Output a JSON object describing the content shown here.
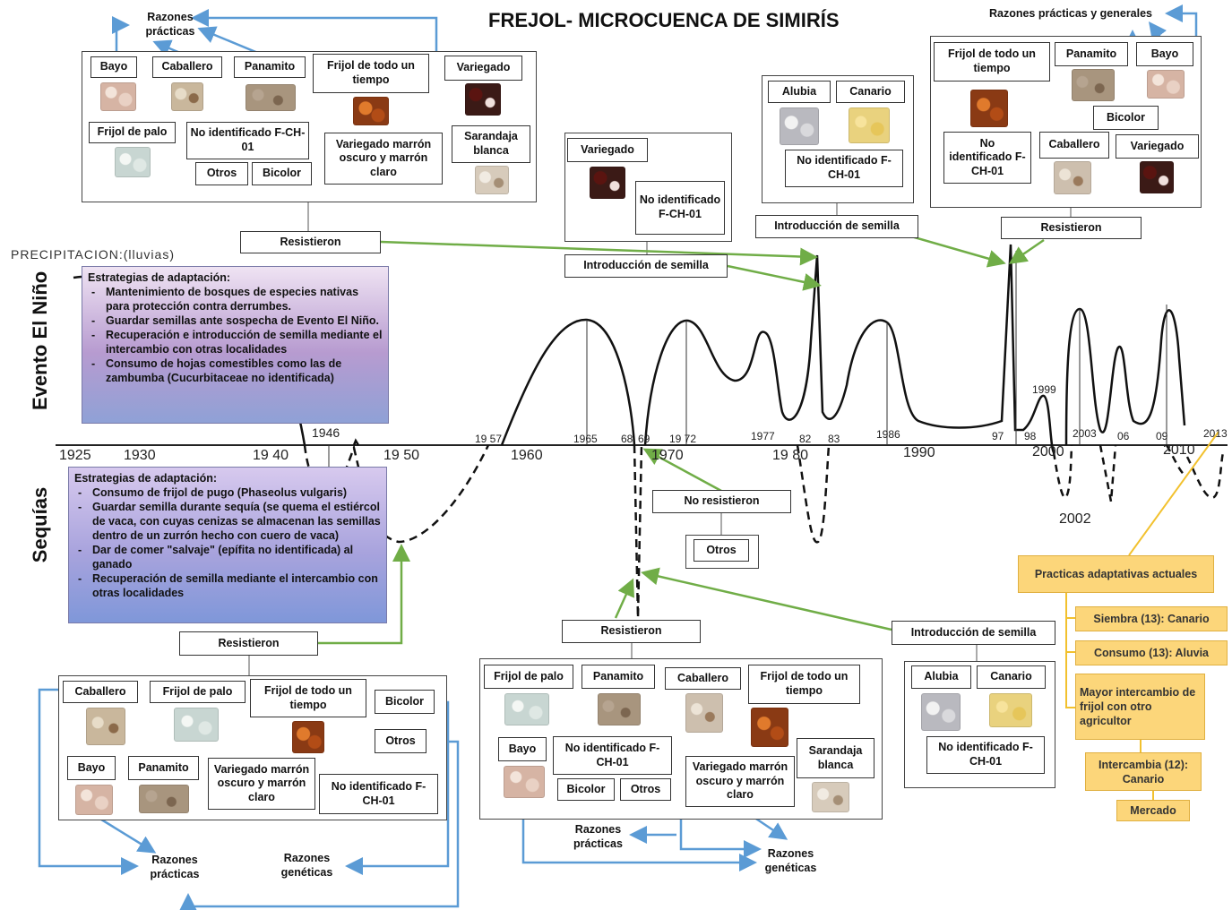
{
  "title": "FREJOL- MICROCUENCA DE SIMIRÍS",
  "axis": {
    "precipitation_label": "PRECIPITACION:(lluvias)",
    "el_nino_label": "Evento El Niño",
    "sequias_label": "Sequías",
    "years": [
      "1925",
      "1930",
      "19 40",
      "1946",
      "19 50",
      "19 57",
      "1960",
      "1965",
      "68",
      "69",
      "1970",
      "19 72",
      "1977",
      "19 80",
      "82",
      "83",
      "1986",
      "1990",
      "97",
      "98",
      "1999",
      "2000",
      "2002",
      "2003",
      "06",
      "09",
      "2010",
      "2013"
    ]
  },
  "strategies_nino": {
    "title": "Estrategias de adaptación:",
    "items": [
      "Mantenimiento de bosques de especies nativas para protección contra derrumbes.",
      "Guardar semillas ante sospecha de Evento El Niño.",
      "Recuperación e introducción de semilla mediante el intercambio con otras localidades",
      "Consumo de hojas comestibles como las de zambumba (Cucurbitaceae no identificada)"
    ]
  },
  "strategies_sequias": {
    "title": "Estrategias de adaptación:",
    "items": [
      "Consumo de frijol de pugo (Phaseolus vulgaris)",
      "Guardar semilla durante sequía (se quema el estiércol de vaca, con cuyas cenizas se almacenan las semillas dentro de un zurrón hecho con cuero de vaca)",
      "Dar de comer \"salvaje\" (epífita no identificada) al ganado",
      "Recuperación de semilla mediante el intercambio con otras localidades"
    ]
  },
  "labels": {
    "razones_practicas": "Razones prácticas",
    "razones_geneticas": "Razones genéticas",
    "razones_generales": "Razones prácticas y generales",
    "resistieron": "Resistieron",
    "no_resistieron": "No resistieron",
    "introduccion": "Introducción de semilla"
  },
  "varieties": {
    "bayo": "Bayo",
    "caballero": "Caballero",
    "panamito": "Panamito",
    "todo_tiempo": "Frijol de todo un tiempo",
    "variegado": "Variegado",
    "variegado_mo": "Variegado marrón oscuro y marrón claro",
    "palo": "Frijol de palo",
    "no_ident": "No identificado F-CH-01",
    "no_ident_short": "No identificado F-CH-01",
    "otros": "Otros",
    "bicolor": "Bicolor",
    "sarandaja": "Sarandaja blanca",
    "alubia": "Alubia",
    "canario": "Canario"
  },
  "practices": {
    "title": "Practicas adaptativas actuales",
    "siembra": "Siembra (13): Canario",
    "consumo": "Consumo (13): Aluvia",
    "mayor": "Mayor intercambio de frijol con otro agricultor",
    "intercambia": "Intercambia (12): Canario",
    "mercado": "Mercado"
  },
  "colors": {
    "blue_arrow": "#5b9bd5",
    "green_arrow": "#70ad47",
    "orange_line": "#f2c12e",
    "practice_fill": "#fcd67a"
  }
}
